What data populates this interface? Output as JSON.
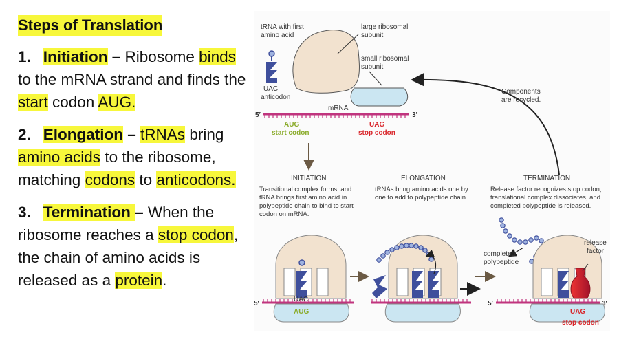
{
  "left": {
    "title": "Steps of Translation",
    "steps": [
      {
        "number": "1.",
        "name": "Initiation",
        "dash": " – ",
        "parts": [
          {
            "t": "Ribosome ",
            "hl": false
          },
          {
            "t": "binds",
            "hl": true
          },
          {
            "t": " to the mRNA strand and finds the ",
            "hl": false
          },
          {
            "t": "start",
            "hl": true
          },
          {
            "t": " codon ",
            "hl": false
          },
          {
            "t": "AUG.",
            "hl": true
          }
        ]
      },
      {
        "number": "2.",
        "name": "Elongation",
        "dash": " – ",
        "parts": [
          {
            "t": "tRNAs",
            "hl": true
          },
          {
            "t": " bring ",
            "hl": false
          },
          {
            "t": "amino acids",
            "hl": true
          },
          {
            "t": " to the ribosome, matching ",
            "hl": false
          },
          {
            "t": "codons",
            "hl": true
          },
          {
            "t": " to ",
            "hl": false
          },
          {
            "t": "anticodons.",
            "hl": true
          }
        ]
      },
      {
        "number": "3.",
        "name": "Termination ",
        "dash": "– ",
        "parts": [
          {
            "t": "When the ribosome reaches a ",
            "hl": false
          },
          {
            "t": "stop codon",
            "hl": true
          },
          {
            "t": ", the chain of amino acids is released as a ",
            "hl": false
          },
          {
            "t": "protein",
            "hl": true
          },
          {
            "t": ".",
            "hl": false
          }
        ]
      }
    ]
  },
  "figure": {
    "trna_first_l1": "tRNA with first",
    "trna_first_l2": "amino acid",
    "large_sub_l1": "large ribosomal",
    "large_sub_l2": "subunit",
    "small_sub_l1": "small ribosomal",
    "small_sub_l2": "subunit",
    "uac": "UAC",
    "anticodon": "anticodon",
    "mrna": "mRNA",
    "five_prime": "5′",
    "three_prime": "3′",
    "aug": "AUG",
    "start_codon": "start codon",
    "uag": "UAG",
    "stop_codon": "stop codon",
    "recycled_l1": "Components",
    "recycled_l2": "are recycled.",
    "init_title": "INITIATION",
    "init_desc": [
      "Transitional complex forms, and",
      "tRNA brings first amino acid in",
      "polypeptide chain to bind to start",
      "codon on mRNA."
    ],
    "elong_title": "ELONGATION",
    "elong_desc": [
      "tRNAs bring amino acids one by",
      "one to add to polypeptide chain."
    ],
    "term_title": "TERMINATION",
    "term_desc": [
      "Release factor recognizes stop codon,",
      "translational complex dissociates, and",
      "completed polypeptide is released."
    ],
    "completed_l1": "completed",
    "completed_l2": "polypeptide",
    "release_l1": "release",
    "release_l2": "factor",
    "colors": {
      "highlight": "#f7f73b",
      "mrna": "#c0347e",
      "ribosome": "#f2e2cf",
      "small_subunit": "#cbe6f2",
      "trna": "#3f4f9c",
      "start_green": "#8aab2a",
      "stop_red": "#d9252a",
      "release_factor": "#cc2232"
    }
  }
}
